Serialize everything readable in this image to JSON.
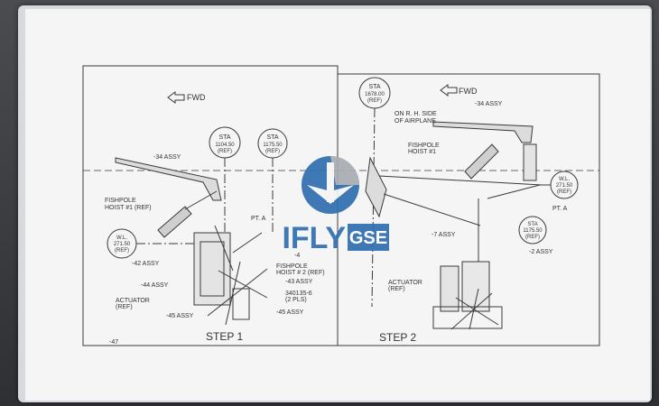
{
  "step1": {
    "fwd": "FWD",
    "sta1": {
      "top": "STA",
      "value": "1104.50",
      "ref": "(REF)"
    },
    "sta2": {
      "top": "STA",
      "value": "1175.50",
      "ref": "(REF)"
    },
    "wl": {
      "top": "W.L.",
      "value": "271.50",
      "ref": "(REF)"
    },
    "assy34": "-34 ASSY",
    "fishpole1": "FISHPOLE",
    "fishpole1b": "HOIST #1 (REF)",
    "pta": "PT. A",
    "dash4": "-4",
    "assy42": "-42 ASSY",
    "fishpole2": "FISHPOLE",
    "fishpole2b": "HOIST # 2 (REF)",
    "assy44": "-44 ASSY",
    "assy43": "-43 ASSY",
    "actuator": "ACTUATOR",
    "actuator_ref": "(REF)",
    "part": "340135-6",
    "part_pls": "(2 PLS)",
    "assy45a": "-45 ASSY",
    "assy45b": "-45 ASSY",
    "step": "STEP 1",
    "page": "-47"
  },
  "step2": {
    "fwd": "FWD",
    "sta": {
      "top": "STA",
      "value": "1678.00",
      "ref": "(REF)"
    },
    "onrh": "ON R. H. SIDE",
    "onrh2": "OF AIRPLANE",
    "assy34": "-34 ASSY",
    "fishpole": "FISHPOLE",
    "fishpole_b": "HOIST #1",
    "wl": {
      "top": "W.L.",
      "value": "271.50",
      "ref": "(REF)"
    },
    "pta": "PT. A",
    "assy7": "-7 ASSY",
    "sta2": {
      "top": "STA",
      "value": "1175.50",
      "ref": "(REF)"
    },
    "assy2": "-2 ASSY",
    "actuator": "ACTUATOR",
    "actuator_ref": "(REF)",
    "step": "STEP 2"
  },
  "watermark": {
    "text1": "IFLY",
    "text2": "GSE"
  },
  "colors": {
    "line": "#3a3a3a",
    "paper": "#f4f5f4",
    "wm_blue": "#2f6fb0",
    "wm_gray": "#a9adb2"
  }
}
